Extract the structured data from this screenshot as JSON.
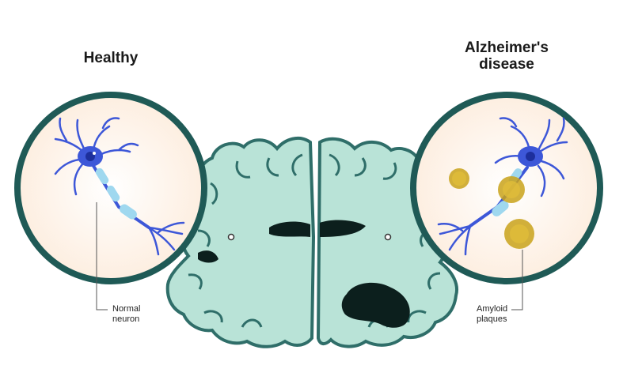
{
  "titles": {
    "healthy": "Healthy",
    "alzheimers_line1": "Alzheimer's",
    "alzheimers_line2": "disease"
  },
  "labels": {
    "normal_line1": "Normal",
    "normal_line2": "neuron",
    "amyloid_line1": "Amyloid",
    "amyloid_line2": "plaques"
  },
  "colors": {
    "circle_border": "#1f5a56",
    "circle_fill": "#fdeee0",
    "neuron": "#3d57d8",
    "neuron_nucleus": "#1d2f9c",
    "axon_sheath": "#9fd8ef",
    "plaque": "#c9a21a",
    "brain_fill": "#b9e3d7",
    "brain_outline": "#2f6e69",
    "ventricle": "#0c1f1d"
  }
}
